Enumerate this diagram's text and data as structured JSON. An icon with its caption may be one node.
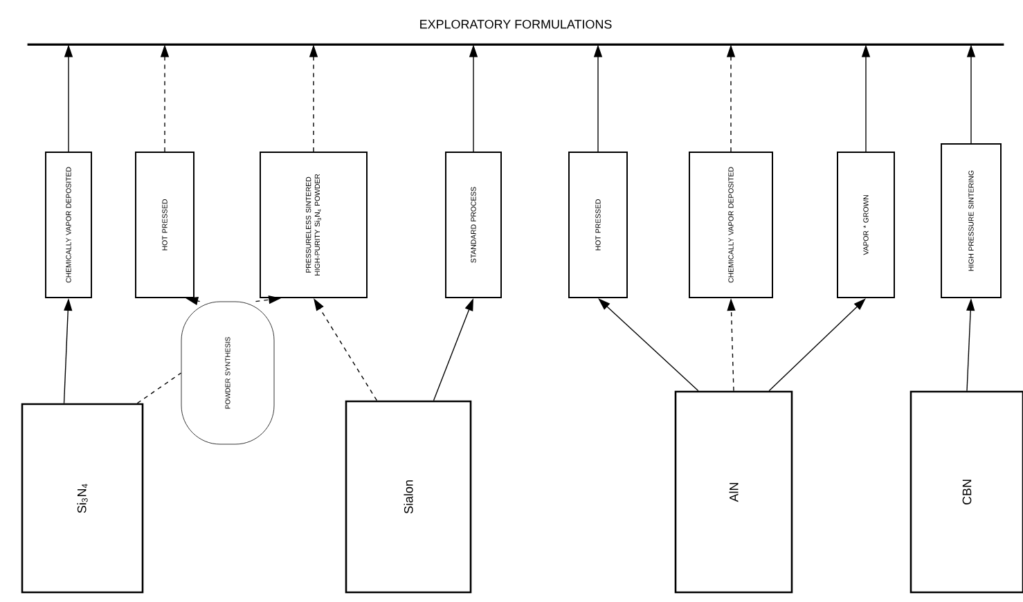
{
  "diagram": {
    "nodes": [
      {
        "text": [
          "EXPLORATORY FORMULATIONS"
        ]
      },
      {
        "text": [
          "CHEMICALLY VAPOR DEPOSITED"
        ]
      },
      {
        "text": [
          "HOT PRESSED"
        ]
      },
      {
        "text": [
          "PRESSURELESS SINTERED HIGH-PURITY Si$_{3}$N$_{4}$ POWDER"
        ]
      },
      {
        "text": [
          "STANDARD PROCESS"
        ]
      },
      {
        "text": [
          "HOT PRESSED"
        ]
      },
      {
        "text": [
          "CHEMICALLY VAPOR DEPOSITED"
        ]
      },
      {
        "text": [
          "VAPOR * GROWN"
        ]
      },
      {
        "text": [
          "HIGH PRESSURE SINTERING"
        ]
      },
      {
        "text": [
          "POWDER SYNTHESIS"
        ]
      },
      {
        "text": [
          "Si$_{3}$N$_{4}$"
        ]
      },
      {
        "text": [
          "Sialon"
        ]
      },
      {
        "text": [
          "AlN"
        ]
      },
      {
        "text": [
          "CBN"
        ]
      }
    ],
    "edges": [
      {
        "from": 1,
        "to": 0,
        "arrow": "to"
      },
      {
        "from": 2,
        "to": 0,
        "arrow": "to",
        "style": "dashed"
      },
      {
        "from": 3,
        "to": 0,
        "arrow": "to",
        "style": "dashed"
      },
      {
        "from": 4,
        "to": 0,
        "arrow": "to"
      },
      {
        "from": 5,
        "to": 0,
        "arrow": "to"
      },
      {
        "from": 6,
        "to": 0,
        "arrow": "to",
        "style": "dashed"
      },
      {
        "from": 7,
        "to": 0,
        "arrow": "to"
      },
      {
        "from": 8,
        "to": 0,
        "arrow": "to"
      },
      {
        "from": 10,
        "to": 1,
        "arrow": "to"
      },
      {
        "from": 10,
        "to": 9,
        "arrow": "none",
        "style": "dashed"
      },
      {
        "from": 9,
        "to": 2,
        "arrow": "to",
        "style": "dashed"
      },
      {
        "from": 9,
        "to": 3,
        "arrow": "to",
        "style": "dashed"
      },
      {
        "from": 11,
        "to": 3,
        "arrow": "to",
        "style": "dashed"
      },
      {
        "from": 11,
        "to": 4,
        "arrow": "to"
      },
      {
        "from": 12,
        "to": 5,
        "arrow": "to"
      },
      {
        "from": 12,
        "to": 6,
        "arrow": "to",
        "style": "dashed"
      },
      {
        "from": 12,
        "to": 7,
        "arrow": "to"
      },
      {
        "from": 13,
        "to": 8,
        "arrow": "to"
      }
    ]
  }
}
